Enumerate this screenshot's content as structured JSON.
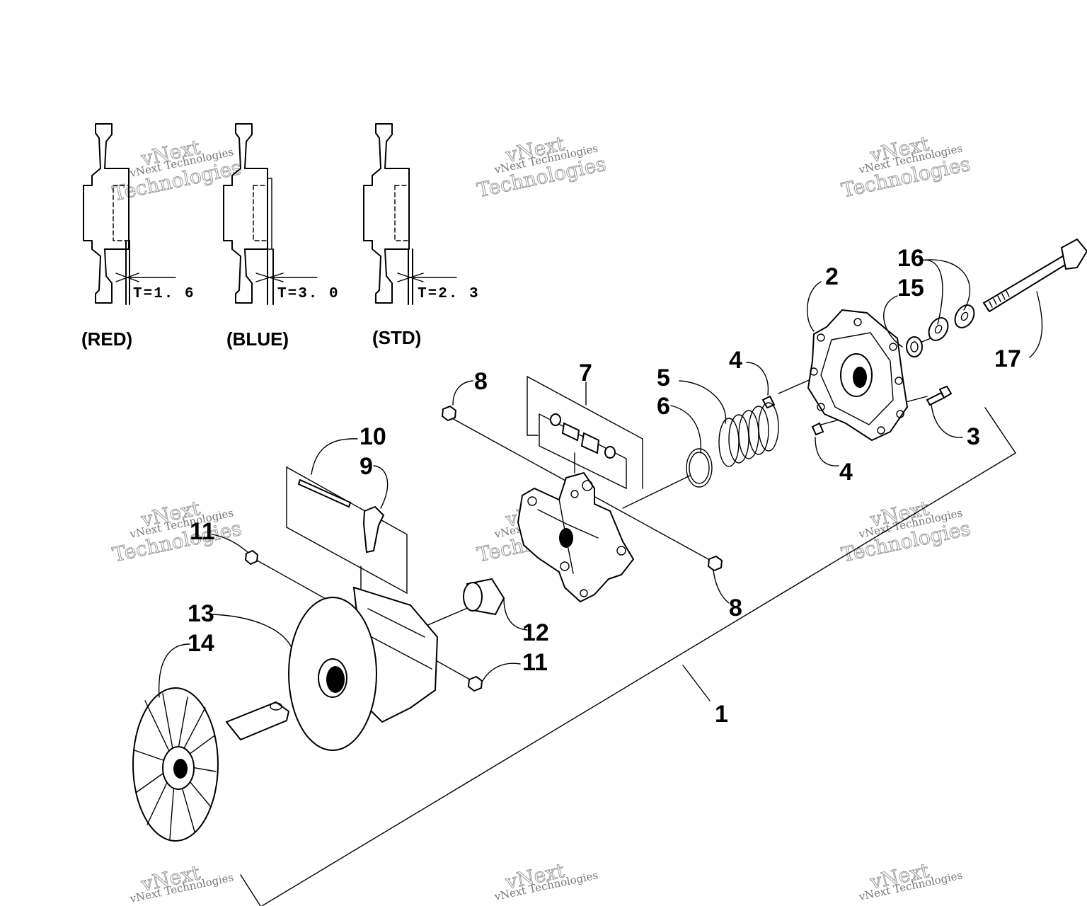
{
  "watermark": {
    "line1": "vNext Technologies",
    "line2": "vNext",
    "line3": "Technologies"
  },
  "variants": [
    {
      "caption": "(RED)",
      "thickness": "T=1. 6"
    },
    {
      "caption": "(BLUE)",
      "thickness": "T=3. 0"
    },
    {
      "caption": "(STD)",
      "thickness": "T=2. 3"
    }
  ],
  "callouts": {
    "c1": "1",
    "c2": "2",
    "c3": "3",
    "c4a": "4",
    "c4b": "4",
    "c5": "5",
    "c6": "6",
    "c7": "7",
    "c8a": "8",
    "c8b": "8",
    "c9": "9",
    "c10": "10",
    "c11a": "11",
    "c11b": "11",
    "c12": "12",
    "c13": "13",
    "c14": "14",
    "c15": "15",
    "c16": "16",
    "c17": "17"
  }
}
